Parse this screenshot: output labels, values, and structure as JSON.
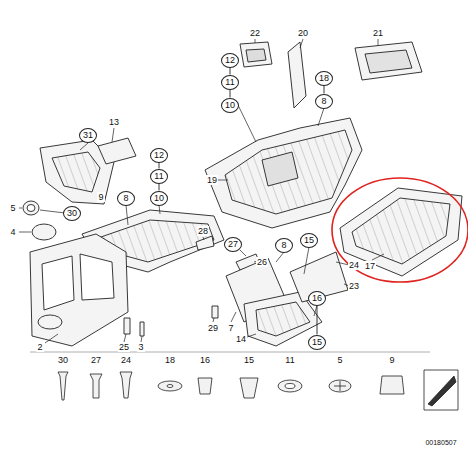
{
  "diagram": {
    "nodes": [
      {
        "text": [
          "12"
        ]
      },
      {
        "text": [
          "11"
        ]
      },
      {
        "text": [
          "10"
        ]
      },
      {
        "text": [
          "18"
        ]
      },
      {
        "text": [
          "8"
        ]
      },
      {
        "text": [
          "31"
        ]
      },
      {
        "text": [
          "12"
        ]
      },
      {
        "text": [
          "11"
        ]
      },
      {
        "text": [
          "10"
        ]
      },
      {
        "text": [
          "8"
        ]
      },
      {
        "text": [
          "30"
        ]
      },
      {
        "text": [
          "27"
        ]
      },
      {
        "text": [
          "8"
        ]
      },
      {
        "text": [
          "15"
        ]
      },
      {
        "text": [
          "16"
        ]
      },
      {
        "text": [
          "15"
        ]
      }
    ],
    "edges": [
      {
        "from": 0,
        "to": 1,
        "arrow": "none"
      },
      {
        "from": 1,
        "to": 2,
        "arrow": "none"
      },
      {
        "from": 3,
        "to": 4,
        "arrow": "none"
      },
      {
        "from": 6,
        "to": 7,
        "arrow": "none"
      },
      {
        "from": 7,
        "to": 8,
        "arrow": "none"
      },
      {
        "from": 14,
        "to": 15,
        "arrow": "none"
      }
    ],
    "labels": [
      "22",
      "20",
      "21",
      "13",
      "19",
      "9",
      "5",
      "4",
      "28",
      "26",
      "24",
      "23",
      "17",
      "29",
      "7",
      "14",
      "2",
      "25",
      "3",
      "30",
      "27",
      "24",
      "18",
      "16",
      "15",
      "11",
      "5",
      "9",
      "00180507"
    ]
  }
}
